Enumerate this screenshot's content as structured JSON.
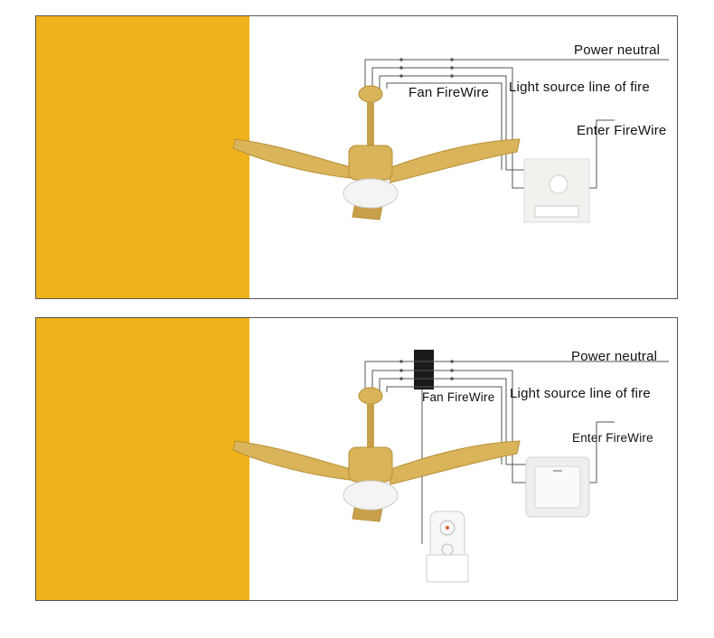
{
  "colors": {
    "stripe": "#F0B21A",
    "wood": "#D9B45A",
    "wood_dark": "#B88F35",
    "wire": "#555555"
  },
  "panels": [
    {
      "variant": "wall-dimmer",
      "labels": {
        "power_neutral": "Power neutral",
        "fan_firewire": "Fan FireWire",
        "light_source": "Light source line of fire",
        "enter_firewire": "Enter FireWire"
      }
    },
    {
      "variant": "remote-receiver",
      "labels": {
        "power_neutral": "Power neutral",
        "fan_firewire": "Fan FireWire",
        "light_source": "Light source line of fire",
        "enter_firewire": "Enter FireWire"
      }
    }
  ]
}
